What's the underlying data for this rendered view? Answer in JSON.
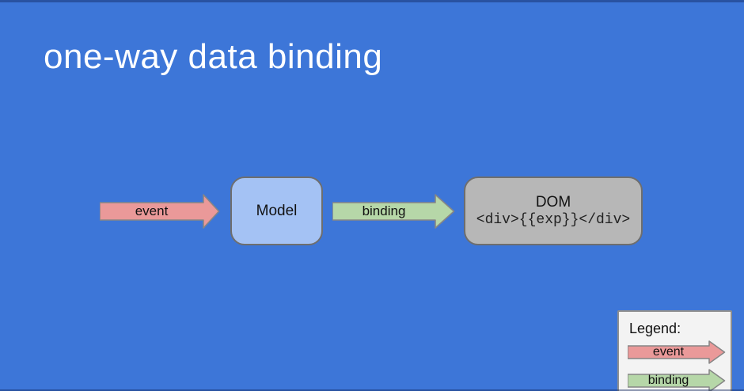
{
  "slide": {
    "title": "one-way data binding"
  },
  "diagram": {
    "event_arrow": {
      "label": "event",
      "fill": "#ea9999",
      "stroke": "#868686"
    },
    "model_box": {
      "label": "Model",
      "fill": "#a4c2f4",
      "stroke": "#6e6e6e"
    },
    "binding_arrow": {
      "label": "binding",
      "fill": "#b6d7a8",
      "stroke": "#868686"
    },
    "dom_box": {
      "title": "DOM",
      "code": "<div>{{exp}}</div>",
      "fill": "#b7b7b7",
      "stroke": "#6e6e6e"
    }
  },
  "legend": {
    "title": "Legend:",
    "items": [
      {
        "label": "event",
        "fill": "#ea9999",
        "stroke": "#868686"
      },
      {
        "label": "binding",
        "fill": "#b6d7a8",
        "stroke": "#868686"
      }
    ]
  },
  "colors": {
    "background": "#3d76d8",
    "title_text": "#ffffff",
    "node_text": "#111111",
    "legend_background": "#f3f3f3"
  }
}
